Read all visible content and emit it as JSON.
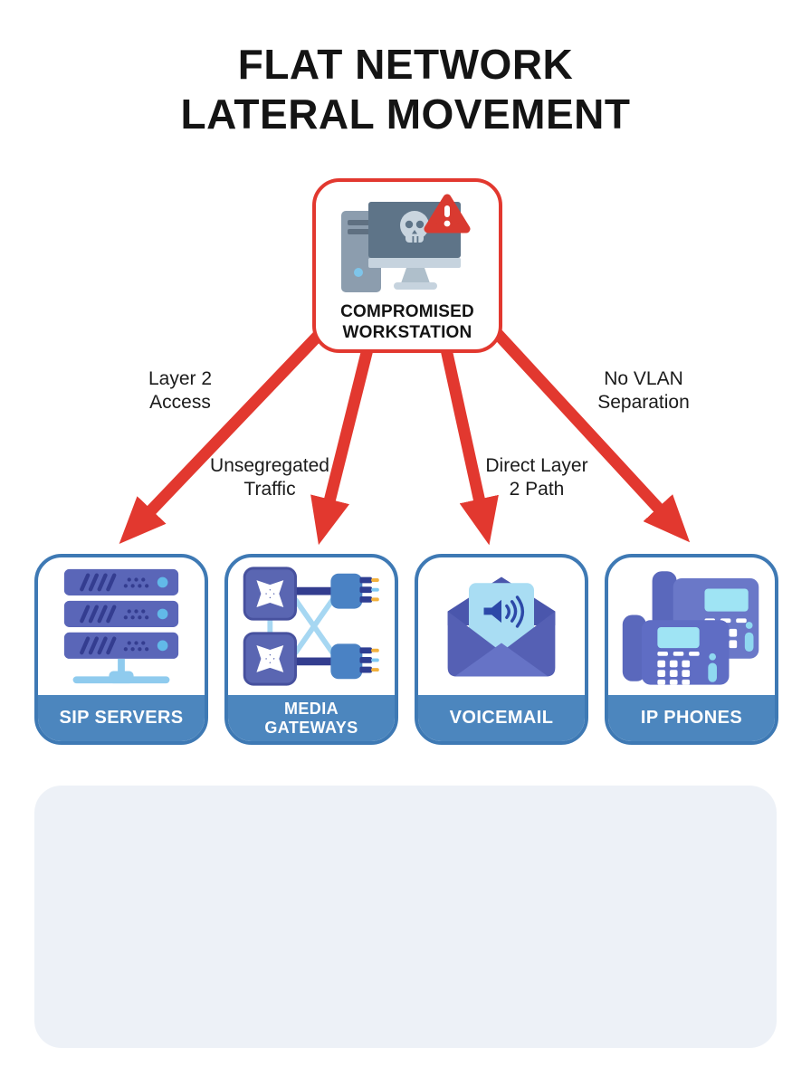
{
  "title": {
    "line1": "FLAT NETWORK",
    "line2": "LATERAL MOVEMENT"
  },
  "source_node": {
    "icon": "compromised-workstation-icon",
    "label_line1": "COMPROMISED",
    "label_line2": "WORKSTATION"
  },
  "edges": [
    {
      "label_line1": "Layer 2",
      "label_line2": "Access"
    },
    {
      "label_line1": "Unsegregated",
      "label_line2": "Traffic"
    },
    {
      "label_line1": "Direct Layer",
      "label_line2": "2 Path"
    },
    {
      "label_line1": "No VLAN",
      "label_line2": "Separation"
    }
  ],
  "targets": [
    {
      "icon": "server-rack-icon",
      "label_line1": "SIP SERVERS",
      "label_line2": ""
    },
    {
      "icon": "media-gateway-icon",
      "label_line1": "MEDIA",
      "label_line2": "GATEWAYS"
    },
    {
      "icon": "voicemail-envelope-icon",
      "label_line1": "VOICEMAIL",
      "label_line2": ""
    },
    {
      "icon": "ip-phones-icon",
      "label_line1": "IP PHONES",
      "label_line2": ""
    }
  ],
  "colors": {
    "arrow_red": "#E2382F",
    "source_border_red": "#E2382F",
    "target_border_blue": "#3E79B4",
    "target_bar_blue": "#4C86BE",
    "panel_bg": "#EDF1F7",
    "title_black": "#141414"
  }
}
